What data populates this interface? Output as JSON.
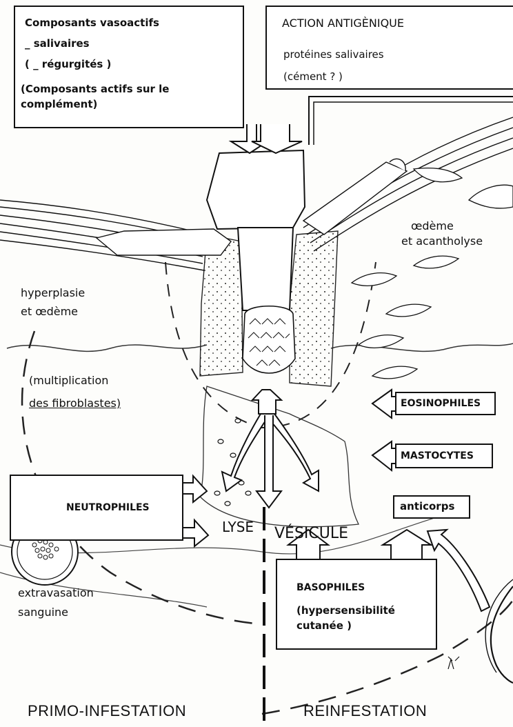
{
  "vasoactive_box": {
    "line1": "Composants   vasoactifs",
    "line2": "_  salivaires",
    "line3": "( _ régurgités )",
    "line4": "(Composants   actifs  sur  le",
    "line5": "complément)"
  },
  "antigenic_box": {
    "title": "ACTION   ANTIGÈNIQUE",
    "line2": "protéines   salivaires",
    "line3": "(cément ? )"
  },
  "left_labels": {
    "hyperplasie": "hyperplasie",
    "oedeme": "et  œdème",
    "multiplication": "(multiplication",
    "fibroblastes": "des  fibroblastes)",
    "extravasation": "extravasation",
    "sanguine": "sanguine"
  },
  "right_labels": {
    "oedeme": "œdème",
    "acantholyse": "et  acantholyse"
  },
  "cells": {
    "eosinophiles": "EOSINOPHILES",
    "mastocytes": "MASTOCYTES",
    "neutrophiles": "NEUTROPHILES",
    "anticorps": "anticorps"
  },
  "center": {
    "lyse": "LYSE",
    "vesicule": "VÉSICULE"
  },
  "basophil_box": {
    "title": "BASOPHILES",
    "line2": "(hypersensibilité",
    "line3": "cutanée  )"
  },
  "captions": {
    "left": "PRIMO-INFESTATION",
    "right": "REINFESTATION"
  }
}
